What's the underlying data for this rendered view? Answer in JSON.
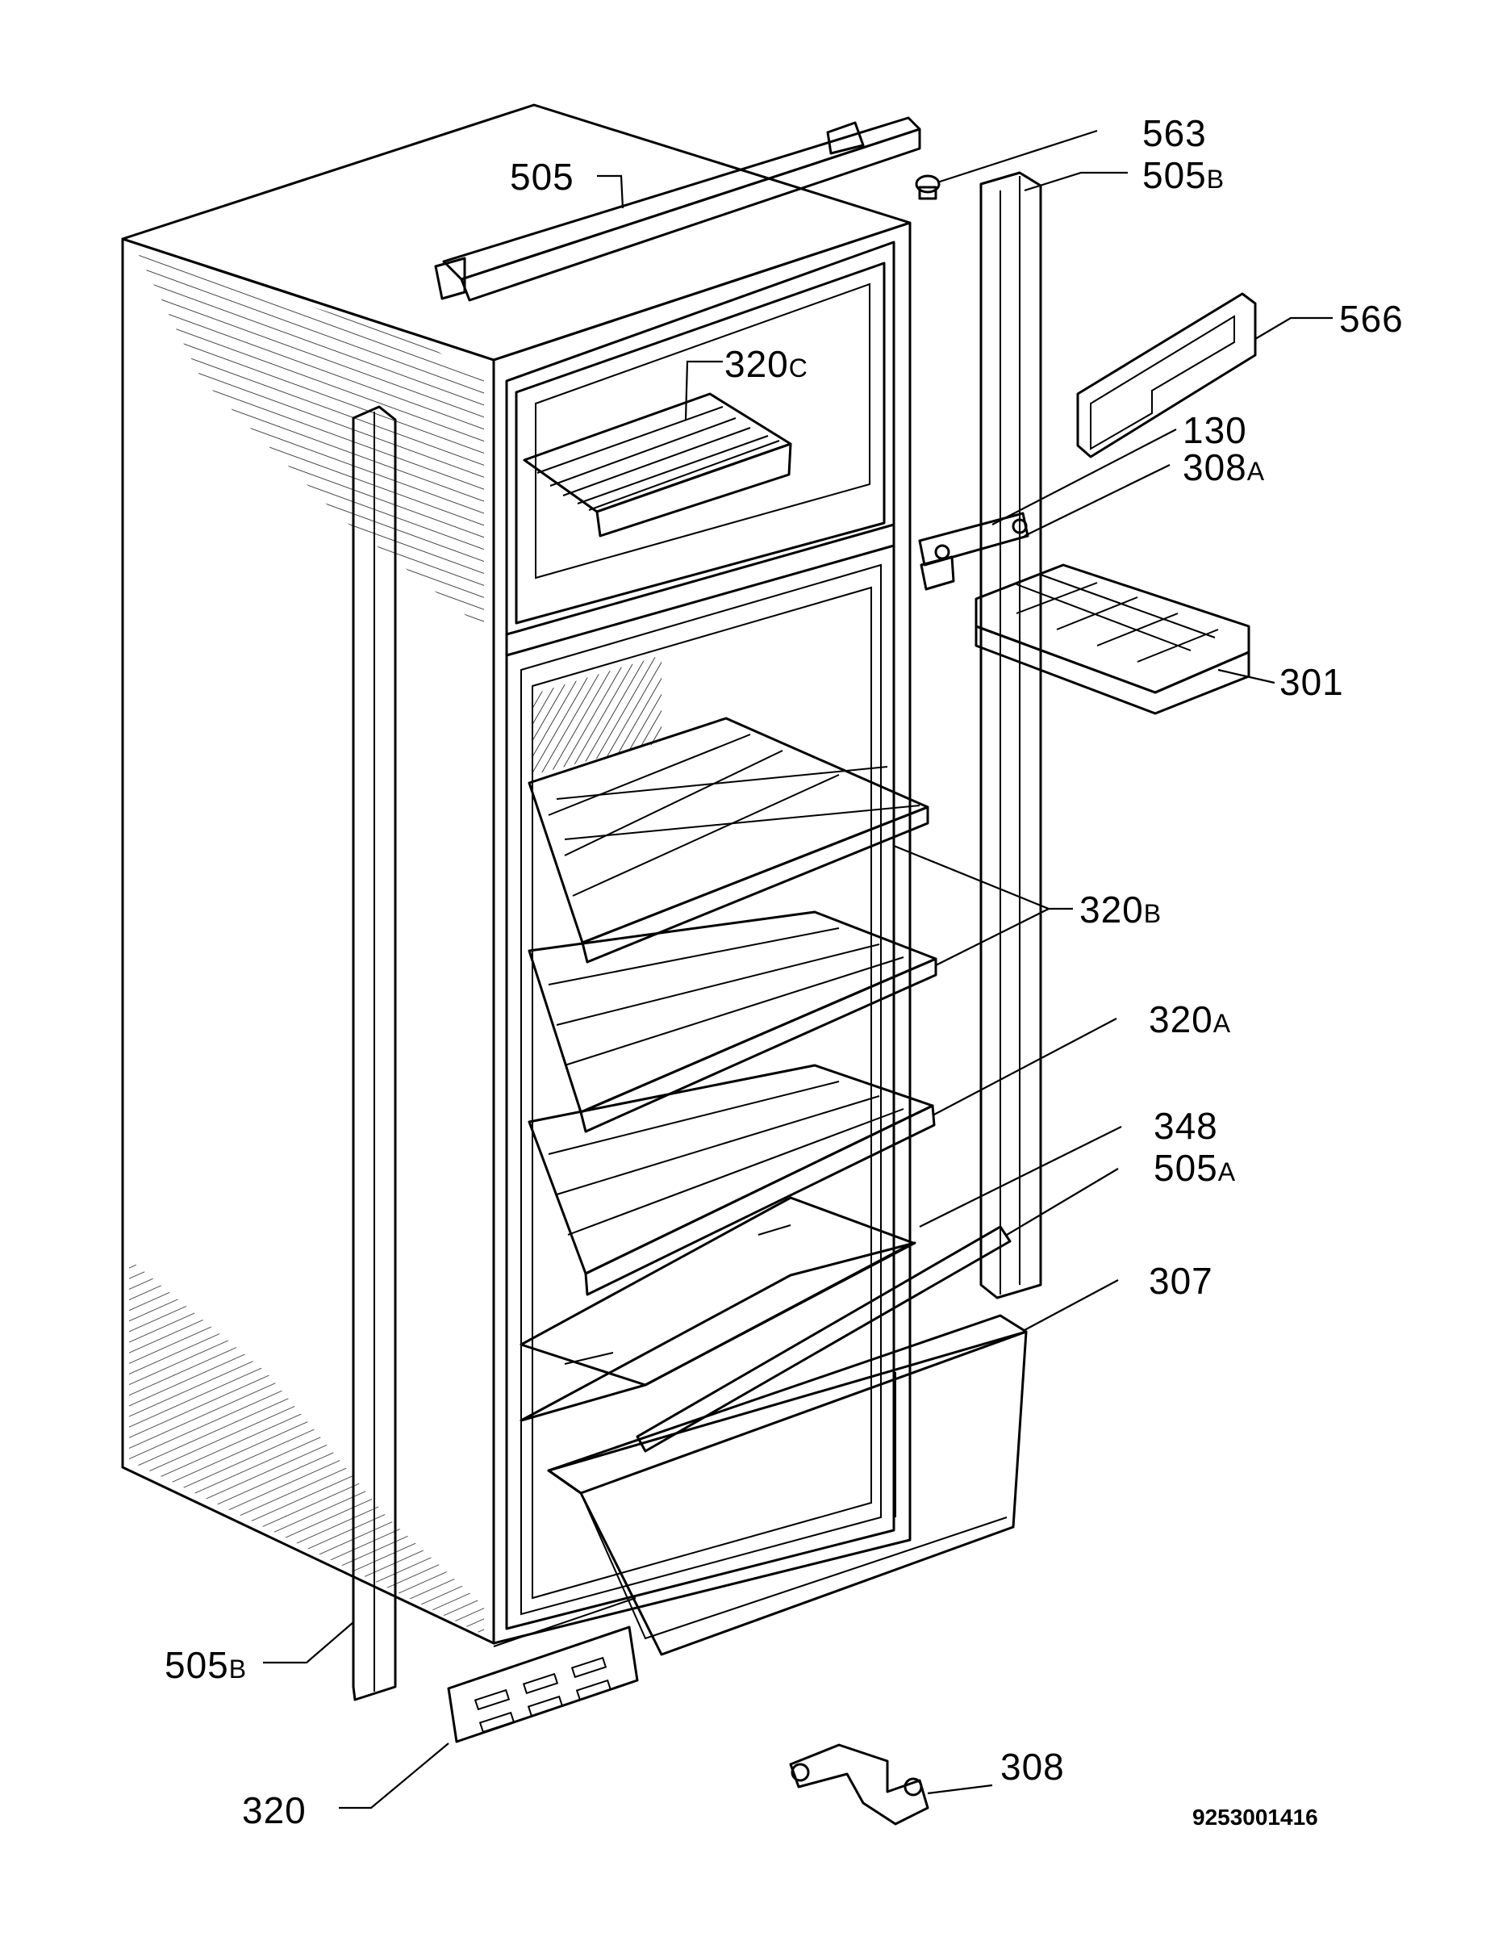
{
  "diagram": {
    "document_number": "9253001416",
    "callouts": [
      {
        "id": "c-505-top",
        "number": "505",
        "suffix": ""
      },
      {
        "id": "c-563",
        "number": "563",
        "suffix": ""
      },
      {
        "id": "c-505b-door",
        "number": "505",
        "suffix": "B"
      },
      {
        "id": "c-566",
        "number": "566",
        "suffix": ""
      },
      {
        "id": "c-320c",
        "number": "320",
        "suffix": "C"
      },
      {
        "id": "c-130",
        "number": "130",
        "suffix": ""
      },
      {
        "id": "c-308a",
        "number": "308",
        "suffix": "A"
      },
      {
        "id": "c-301",
        "number": "301",
        "suffix": ""
      },
      {
        "id": "c-320b",
        "number": "320",
        "suffix": "B"
      },
      {
        "id": "c-320a",
        "number": "320",
        "suffix": "A"
      },
      {
        "id": "c-348",
        "number": "348",
        "suffix": ""
      },
      {
        "id": "c-505a",
        "number": "505",
        "suffix": "A"
      },
      {
        "id": "c-307",
        "number": "307",
        "suffix": ""
      },
      {
        "id": "c-505b-side",
        "number": "505",
        "suffix": "B"
      },
      {
        "id": "c-320",
        "number": "320",
        "suffix": ""
      },
      {
        "id": "c-308",
        "number": "308",
        "suffix": ""
      }
    ]
  }
}
